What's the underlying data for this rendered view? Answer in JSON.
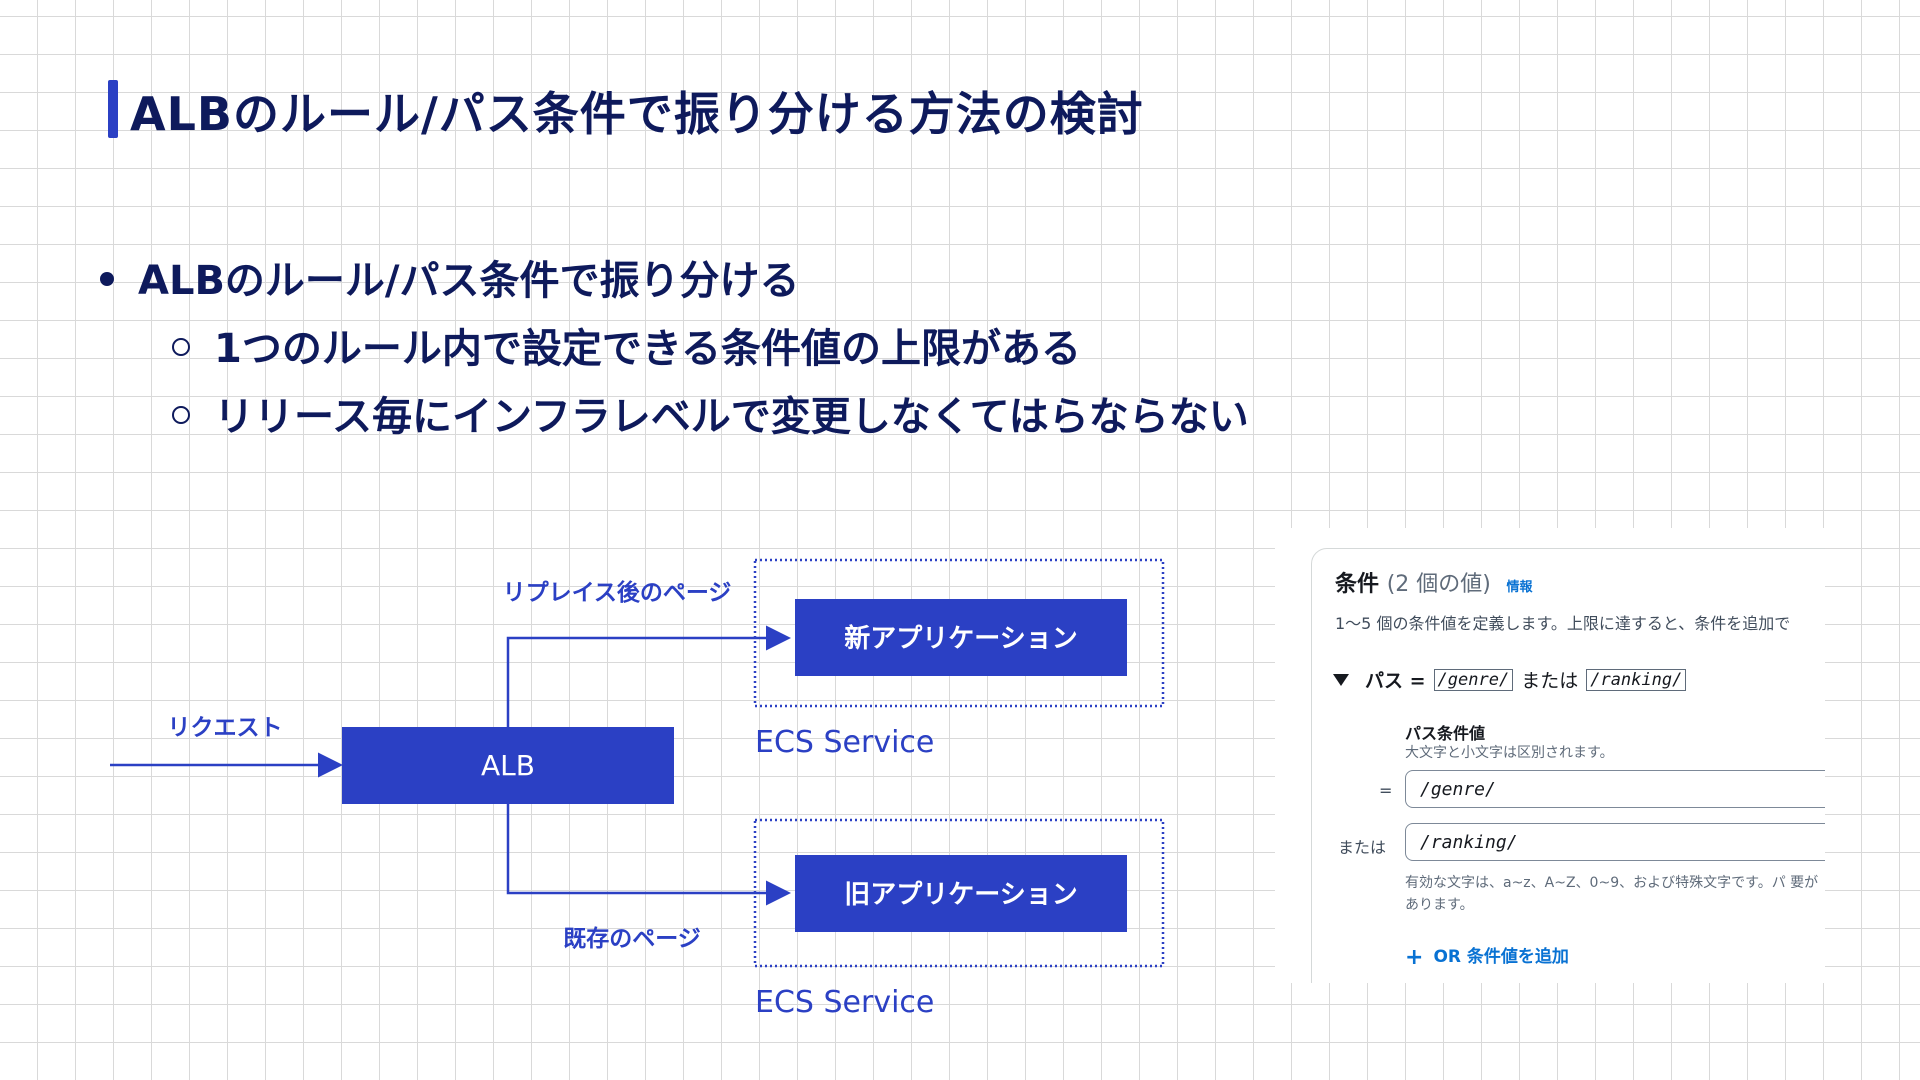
{
  "slide": {
    "title": "ALBのルール/パス条件で振り分ける方法の検討",
    "bullets": {
      "main": "ALBのルール/パス条件で振り分ける",
      "sub1": "1つのルール内で設定できる条件値の上限がある",
      "sub2": "リリース毎にインフラレベルで変更しなくてはらならない"
    }
  },
  "diagram": {
    "request_label": "リクエスト",
    "alb_label": "ALB",
    "new_path_label": "リプレイス後のページ",
    "old_path_label": "既存のページ",
    "new_app_label": "新アプリケーション",
    "old_app_label": "旧アプリケーション",
    "service_label_new": "ECS Service",
    "service_label_old": "ECS Service",
    "colors": {
      "primary": "#2b40c4",
      "text": "#0e1a5c"
    }
  },
  "console_panel": {
    "title": "条件",
    "count": "(2 個の値)",
    "info_link": "情報",
    "description": "1～5 個の条件値を定義します。上限に達すると、条件を追加で",
    "summary_key": "パス =",
    "summary_value1": "/genre/",
    "summary_or": "または",
    "summary_value2": "/ranking/",
    "field_label": "パス条件値",
    "field_hint": "大文字と小文字は区別されます。",
    "operator_eq": "=",
    "operator_or": "または",
    "input_value1": "/genre/",
    "input_value2": "/ranking/",
    "help_text": "有効な文字は、a~z、A~Z、0~9、および特殊文字です。パ 要があります。",
    "add_button": "OR 条件値を追加",
    "colors": {
      "link": "#0972d3"
    }
  }
}
